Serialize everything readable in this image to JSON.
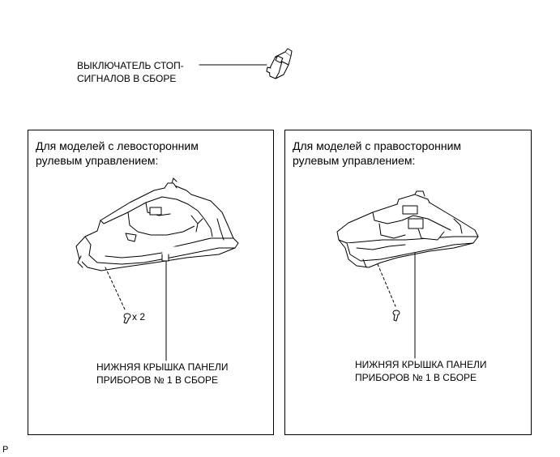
{
  "switch_label": {
    "line1": "ВЫКЛЮЧАТЕЛЬ СТОП-",
    "line2": "СИГНАЛОВ В СБОРЕ"
  },
  "left_panel": {
    "title_line1": "Для моделей с левосторонним",
    "title_line2": "рулевым управлением:",
    "screw_count": "x 2",
    "part_label_line1": "НИЖНЯЯ КРЫШКА ПАНЕЛИ",
    "part_label_line2": "ПРИБОРОВ № 1 В СБОРЕ"
  },
  "right_panel": {
    "title_line1": "Для моделей с правосторонним",
    "title_line2": "рулевым управлением:",
    "part_label_line1": "НИЖНЯЯ КРЫШКА ПАНЕЛИ",
    "part_label_line2": "ПРИБОРОВ № 1 В СБОРЕ"
  },
  "figure_code": "P"
}
